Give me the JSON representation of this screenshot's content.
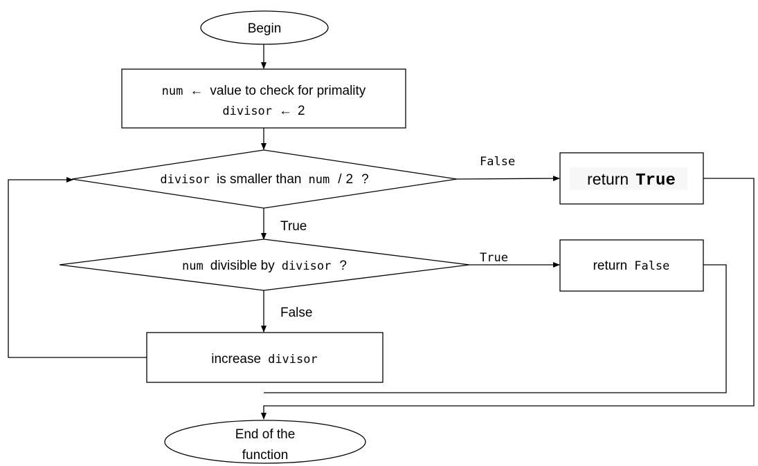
{
  "nodes": {
    "begin": {
      "label": "Begin"
    },
    "init": {
      "line1": {
        "var": "num",
        "arrow": "←",
        "text": "value to check for primality"
      },
      "line2": {
        "var": "divisor",
        "arrow": "←",
        "value": "2"
      }
    },
    "loop_condition": {
      "var1": "divisor",
      "text": "is smaller than",
      "var2": "num",
      "op": "/",
      "value": "2",
      "question": "?"
    },
    "divisible_condition": {
      "var1": "num",
      "text": "divisible by",
      "var2": "divisor",
      "question": "?"
    },
    "return_true": {
      "keyword": "return",
      "value": "True"
    },
    "return_false": {
      "keyword": "return",
      "value": "False"
    },
    "increase": {
      "text": "increase",
      "var": "divisor"
    },
    "end": {
      "line1": "End of the",
      "line2": "function"
    }
  },
  "edges": {
    "loop_false": "False",
    "loop_true": "True",
    "divisible_true": "True",
    "divisible_false": "False"
  }
}
